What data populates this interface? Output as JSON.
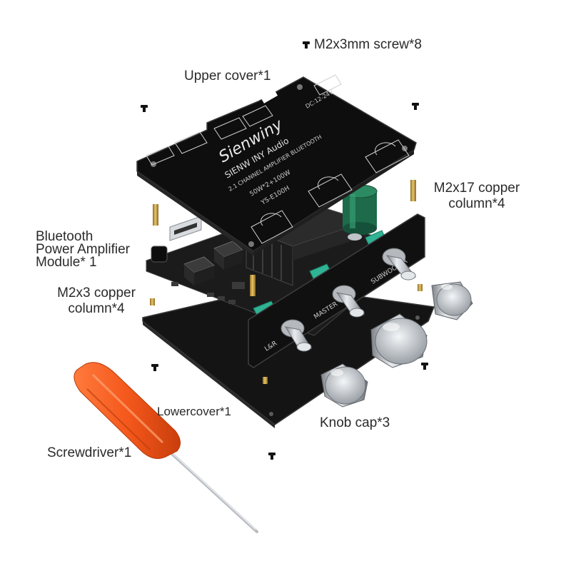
{
  "labels": {
    "screws": "M2x3mm screw*8",
    "upper_cover": "Upper cover*1",
    "copper_17_line1": "M2x17 copper",
    "copper_17_line2": "column*4",
    "bt_module_line1": "Bluetooth",
    "bt_module_line2": "Power Amplifier",
    "bt_module_line3": "Module* 1",
    "copper_3_line1": "M2x3 copper",
    "copper_3_line2": "column*4",
    "lower_cover": "Lowercover*1",
    "knob_cap": "Knob cap*3",
    "screwdriver": "Screwdriver*1"
  },
  "board": {
    "brand": "Sienwiny",
    "model_line": "SIENW INY Audio",
    "desc_line": "2.1 CHANNEL AMPLIFIER BLUETOOTH",
    "power_line": "50W*2+100W",
    "part_line": "YS-E100H",
    "dc_label": "DC:12-24V",
    "knob_master": "MASTER",
    "knob_subwoofer": "SUBWOOFER",
    "knob_lr": "L&R"
  },
  "colors": {
    "board": "#111111",
    "board_edge": "#3a3a3a",
    "brass": "#c9a24a",
    "screwdriver_handle": "#f4581c",
    "shaft": "#b8bcc2",
    "knob": "#c9ccd0",
    "green_connector": "#2fb394",
    "capacitor": "#1d6b4a"
  }
}
